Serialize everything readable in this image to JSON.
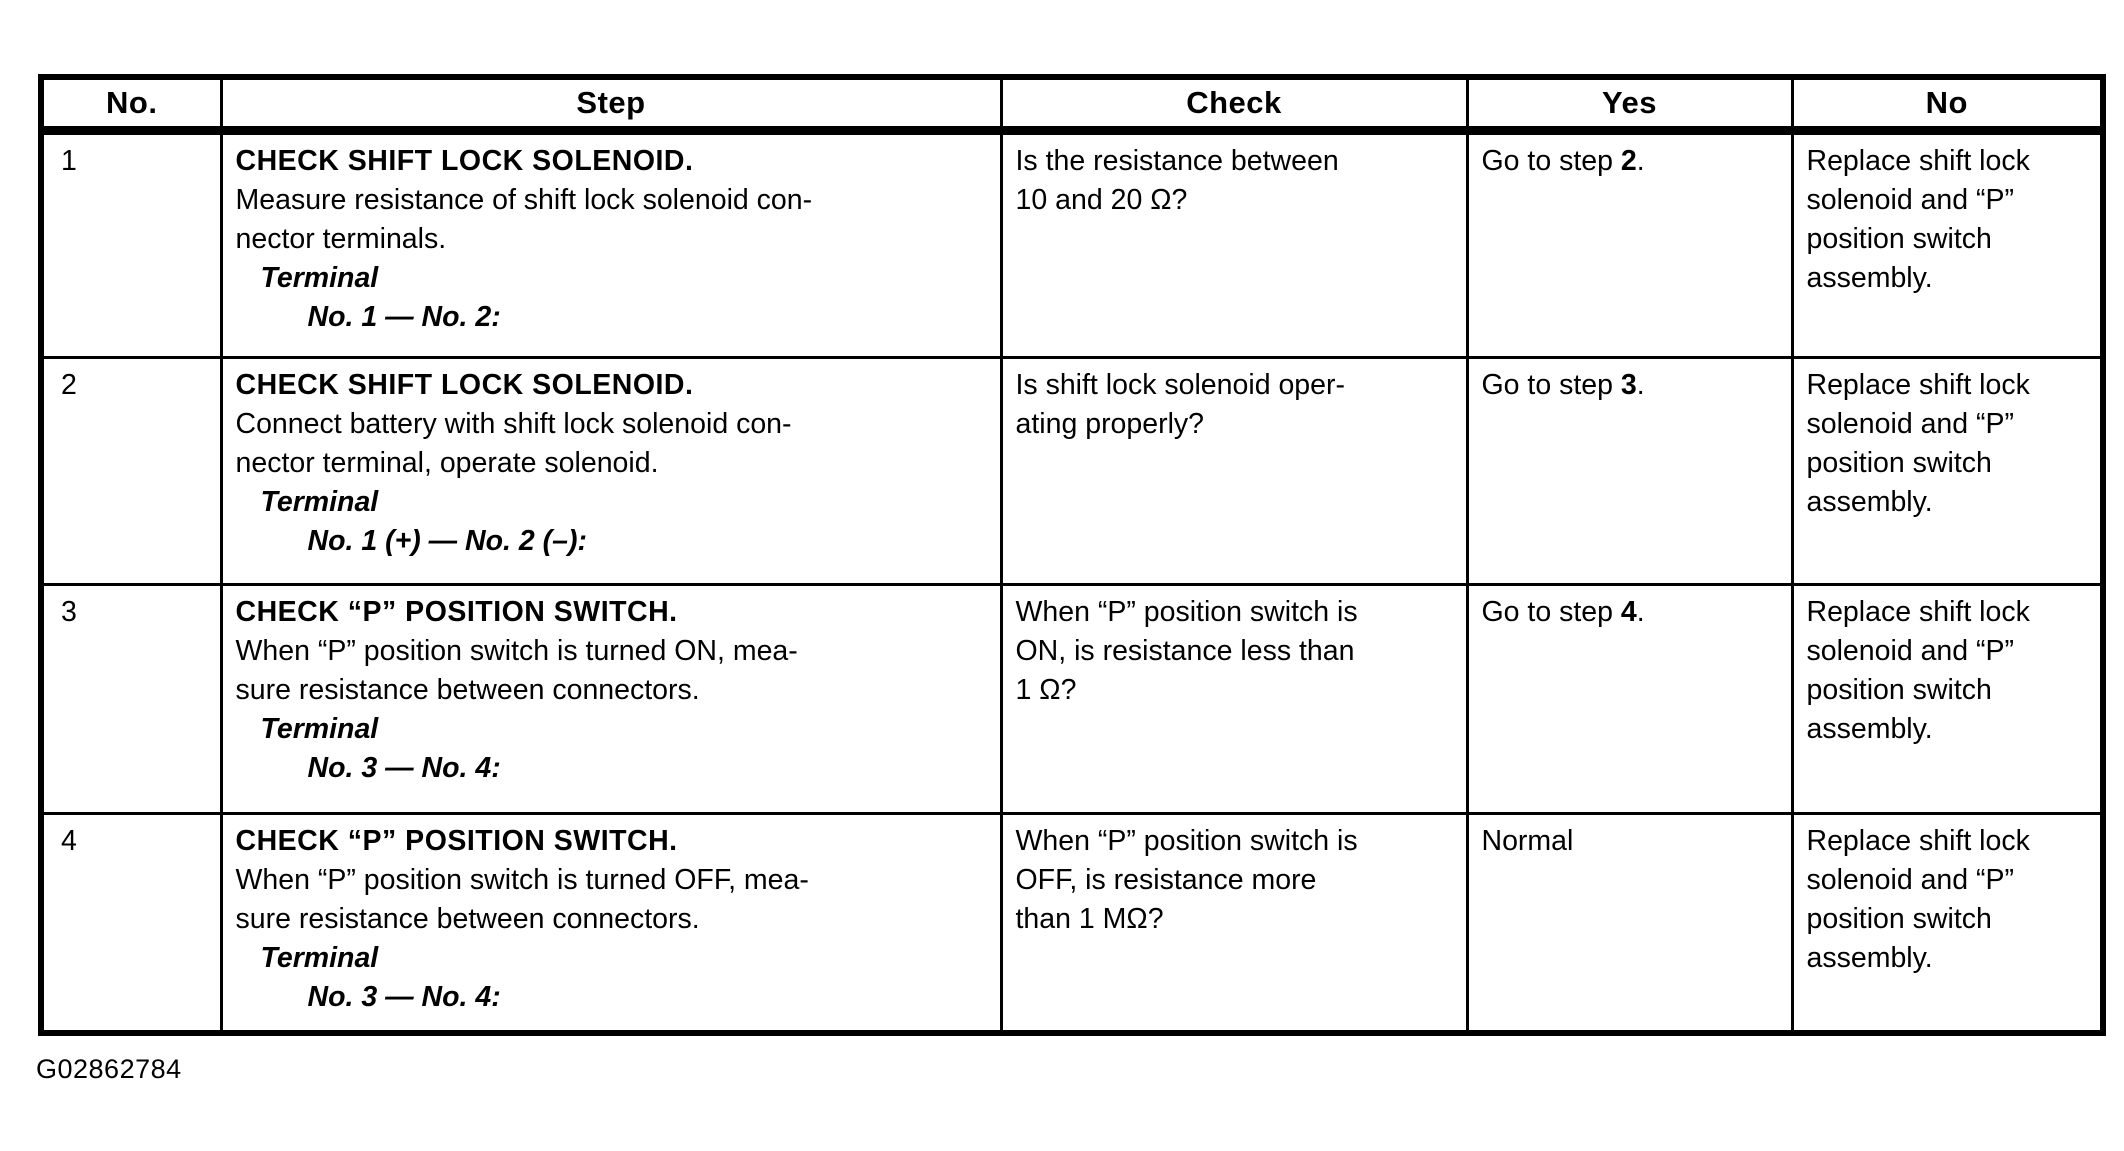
{
  "figure_code": "G02862784",
  "table": {
    "headers": [
      "No.",
      "Step",
      "Check",
      "Yes",
      "No"
    ],
    "rows": [
      {
        "no": "1",
        "step": {
          "title": "CHECK SHIFT LOCK SOLENOID.",
          "desc_lines": [
            "Measure resistance of shift lock solenoid con-",
            "nector terminals."
          ],
          "terminal_label": "Terminal",
          "terminal_value": "No. 1 — No. 2:"
        },
        "check_lines": [
          "Is the resistance between",
          "10 and 20 Ω?"
        ],
        "yes": {
          "text_before": "Go to step ",
          "step_number": "2",
          "text_after": "."
        },
        "no_lines": [
          "Replace shift lock",
          "solenoid and “P”",
          "position switch",
          "assembly."
        ]
      },
      {
        "no": "2",
        "step": {
          "title": "CHECK SHIFT LOCK SOLENOID.",
          "desc_lines": [
            "Connect battery with shift lock solenoid con-",
            "nector terminal, operate solenoid."
          ],
          "terminal_label": "Terminal",
          "terminal_value": "No. 1 (+) — No. 2 (–):"
        },
        "check_lines": [
          "Is shift lock solenoid oper-",
          "ating properly?"
        ],
        "yes": {
          "text_before": "Go to step ",
          "step_number": "3",
          "text_after": "."
        },
        "no_lines": [
          "Replace shift lock",
          "solenoid and “P”",
          "position switch",
          "assembly."
        ]
      },
      {
        "no": "3",
        "step": {
          "title": "CHECK “P” POSITION SWITCH.",
          "desc_lines": [
            "When “P” position switch is turned ON, mea-",
            "sure resistance between connectors."
          ],
          "terminal_label": "Terminal",
          "terminal_value": "No. 3 — No. 4:"
        },
        "check_lines": [
          "When “P” position switch is",
          "ON, is resistance less than",
          "1 Ω?"
        ],
        "yes": {
          "text_before": "Go to step ",
          "step_number": "4",
          "text_after": "."
        },
        "no_lines": [
          "Replace shift lock",
          "solenoid and “P”",
          "position switch",
          "assembly."
        ]
      },
      {
        "no": "4",
        "step": {
          "title": "CHECK “P” POSITION SWITCH.",
          "desc_lines": [
            "When “P” position switch is turned OFF, mea-",
            "sure resistance between connectors."
          ],
          "terminal_label": "Terminal",
          "terminal_value": "No. 3 — No. 4:"
        },
        "check_lines": [
          "When “P” position switch is",
          "OFF, is resistance more",
          "than 1 MΩ?"
        ],
        "yes": {
          "text_before": "Normal",
          "step_number": "",
          "text_after": ""
        },
        "no_lines": [
          "Replace shift lock",
          "solenoid and “P”",
          "position switch",
          "assembly."
        ]
      }
    ]
  }
}
